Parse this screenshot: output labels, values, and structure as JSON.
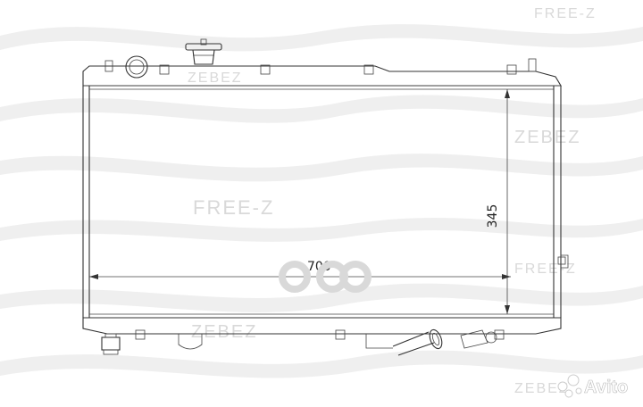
{
  "watermark": {
    "brand": "FREE-Z",
    "brand_alt": "ZEBEZ"
  },
  "dimensions": {
    "width_label": "700",
    "height_label": "345"
  },
  "badge": {
    "text": "Avito"
  },
  "colors": {
    "outline": "#333333",
    "watermark": "#d9d9d9",
    "wave": "#eeeeee"
  }
}
